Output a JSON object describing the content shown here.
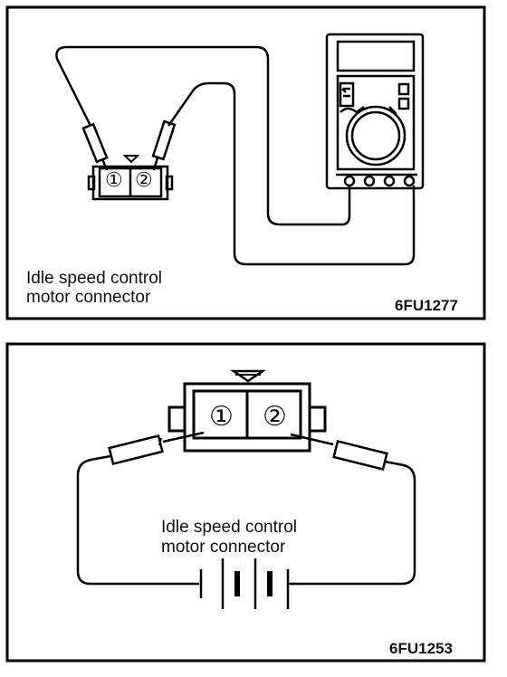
{
  "figure1": {
    "label_line1": "Idle speed control",
    "label_line2": "motor connector",
    "figure_code": "6FU1277",
    "pin1": "①",
    "pin2": "②"
  },
  "figure2": {
    "label_line1": "Idle speed control",
    "label_line2": "motor connector",
    "figure_code": "6FU1253",
    "pin1": "①",
    "pin2": "②"
  }
}
